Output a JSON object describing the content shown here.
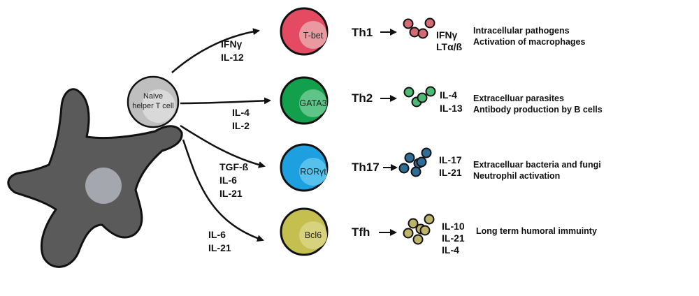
{
  "naive_cell": {
    "line1": "Naive",
    "line2": "helper T cell"
  },
  "subsets": [
    {
      "inducers": [
        "IFNγ",
        "IL-12"
      ],
      "transcription_factor": "T-bet",
      "name": "Th1",
      "cytokines": [
        "IFNγ",
        "LTα/ß"
      ],
      "functions": [
        "Intracellular pathogens",
        "Activation of macrophages"
      ],
      "outer_color": "#E54A63",
      "inner_color": "#E99AA1",
      "granule_color": "#D46A74"
    },
    {
      "inducers": [
        "IL-4",
        "IL-2"
      ],
      "transcription_factor": "GATA3",
      "name": "Th2",
      "cytokines": [
        "IL-4",
        "IL-13"
      ],
      "functions": [
        "Extracelluar parasites",
        "Antibody production by B cells"
      ],
      "outer_color": "#12A04C",
      "inner_color": "#5FC487",
      "granule_color": "#4DBB73"
    },
    {
      "inducers": [
        "TGF-ß",
        "IL-6",
        "IL-21"
      ],
      "transcription_factor": "RORγt",
      "name": "Th17",
      "cytokines": [
        "IL-17",
        "IL-21"
      ],
      "functions": [
        "Extracelluar bacteria and fungi",
        "Neutrophil activation"
      ],
      "outer_color": "#1EA0E0",
      "inner_color": "#57C1EE",
      "granule_color": "#2E6D96"
    },
    {
      "inducers": [
        "IL-6",
        "IL-21"
      ],
      "transcription_factor": "Bcl6",
      "name": "Tfh",
      "cytokines": [
        "IL-10",
        "IL-21",
        "IL-4"
      ],
      "functions": [
        "Long term humoral immuinty"
      ],
      "outer_color": "#C5BF4F",
      "inner_color": "#D7D27E",
      "granule_color": "#BDB36A"
    }
  ],
  "colors": {
    "dendritic_cell": "#5A5A5A",
    "dendritic_nucleus": "#A5A7AE",
    "naive_outer": "#BFBFBF",
    "naive_inner": "#D9D9D9",
    "outline": "#111111"
  }
}
